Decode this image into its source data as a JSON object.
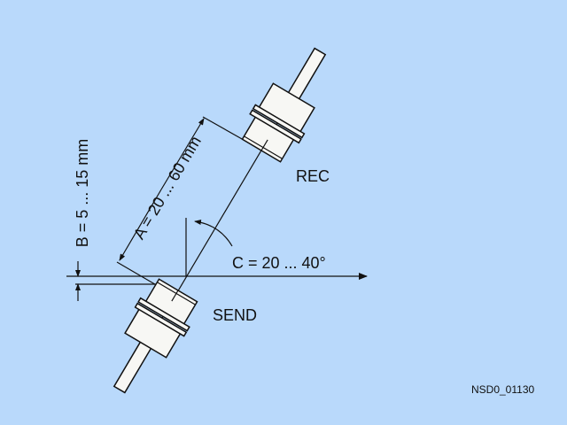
{
  "labels": {
    "distance_a": "A = 20 ... 60 mm",
    "offset_b": "B = 5 ... 15 mm",
    "angle_c": "C = 20 ... 40°",
    "receiver": "REC",
    "sender": "SEND",
    "drawing_id": "NSD0_01130"
  },
  "colors": {
    "background": "#b9d9fb",
    "line": "#111111",
    "sensor_fill": "#f7f7f4"
  }
}
